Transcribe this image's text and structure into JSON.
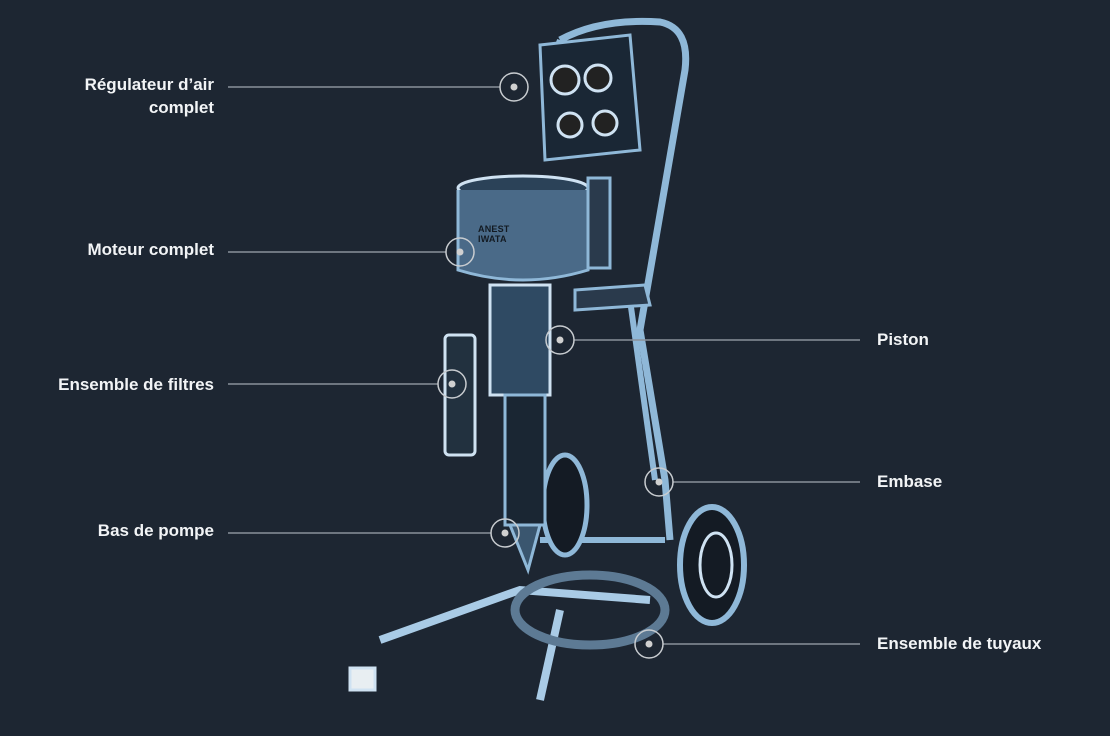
{
  "diagram": {
    "parts": [
      {
        "id": "regulateur",
        "label_line1": "Régulateur d’air",
        "label_line2": "complet"
      },
      {
        "id": "moteur",
        "label": "Moteur complet"
      },
      {
        "id": "filtres",
        "label": "Ensemble de filtres"
      },
      {
        "id": "bas-pompe",
        "label": "Bas de pompe"
      },
      {
        "id": "piston",
        "label": "Piston"
      },
      {
        "id": "embase",
        "label": "Embase"
      },
      {
        "id": "tuyaux",
        "label": "Ensemble de tuyaux"
      }
    ],
    "brand_logo_text": "ANEST IWATA",
    "colors": {
      "background": "#1d2632",
      "line": "#8a9099",
      "art": "#9cc4e4"
    }
  }
}
